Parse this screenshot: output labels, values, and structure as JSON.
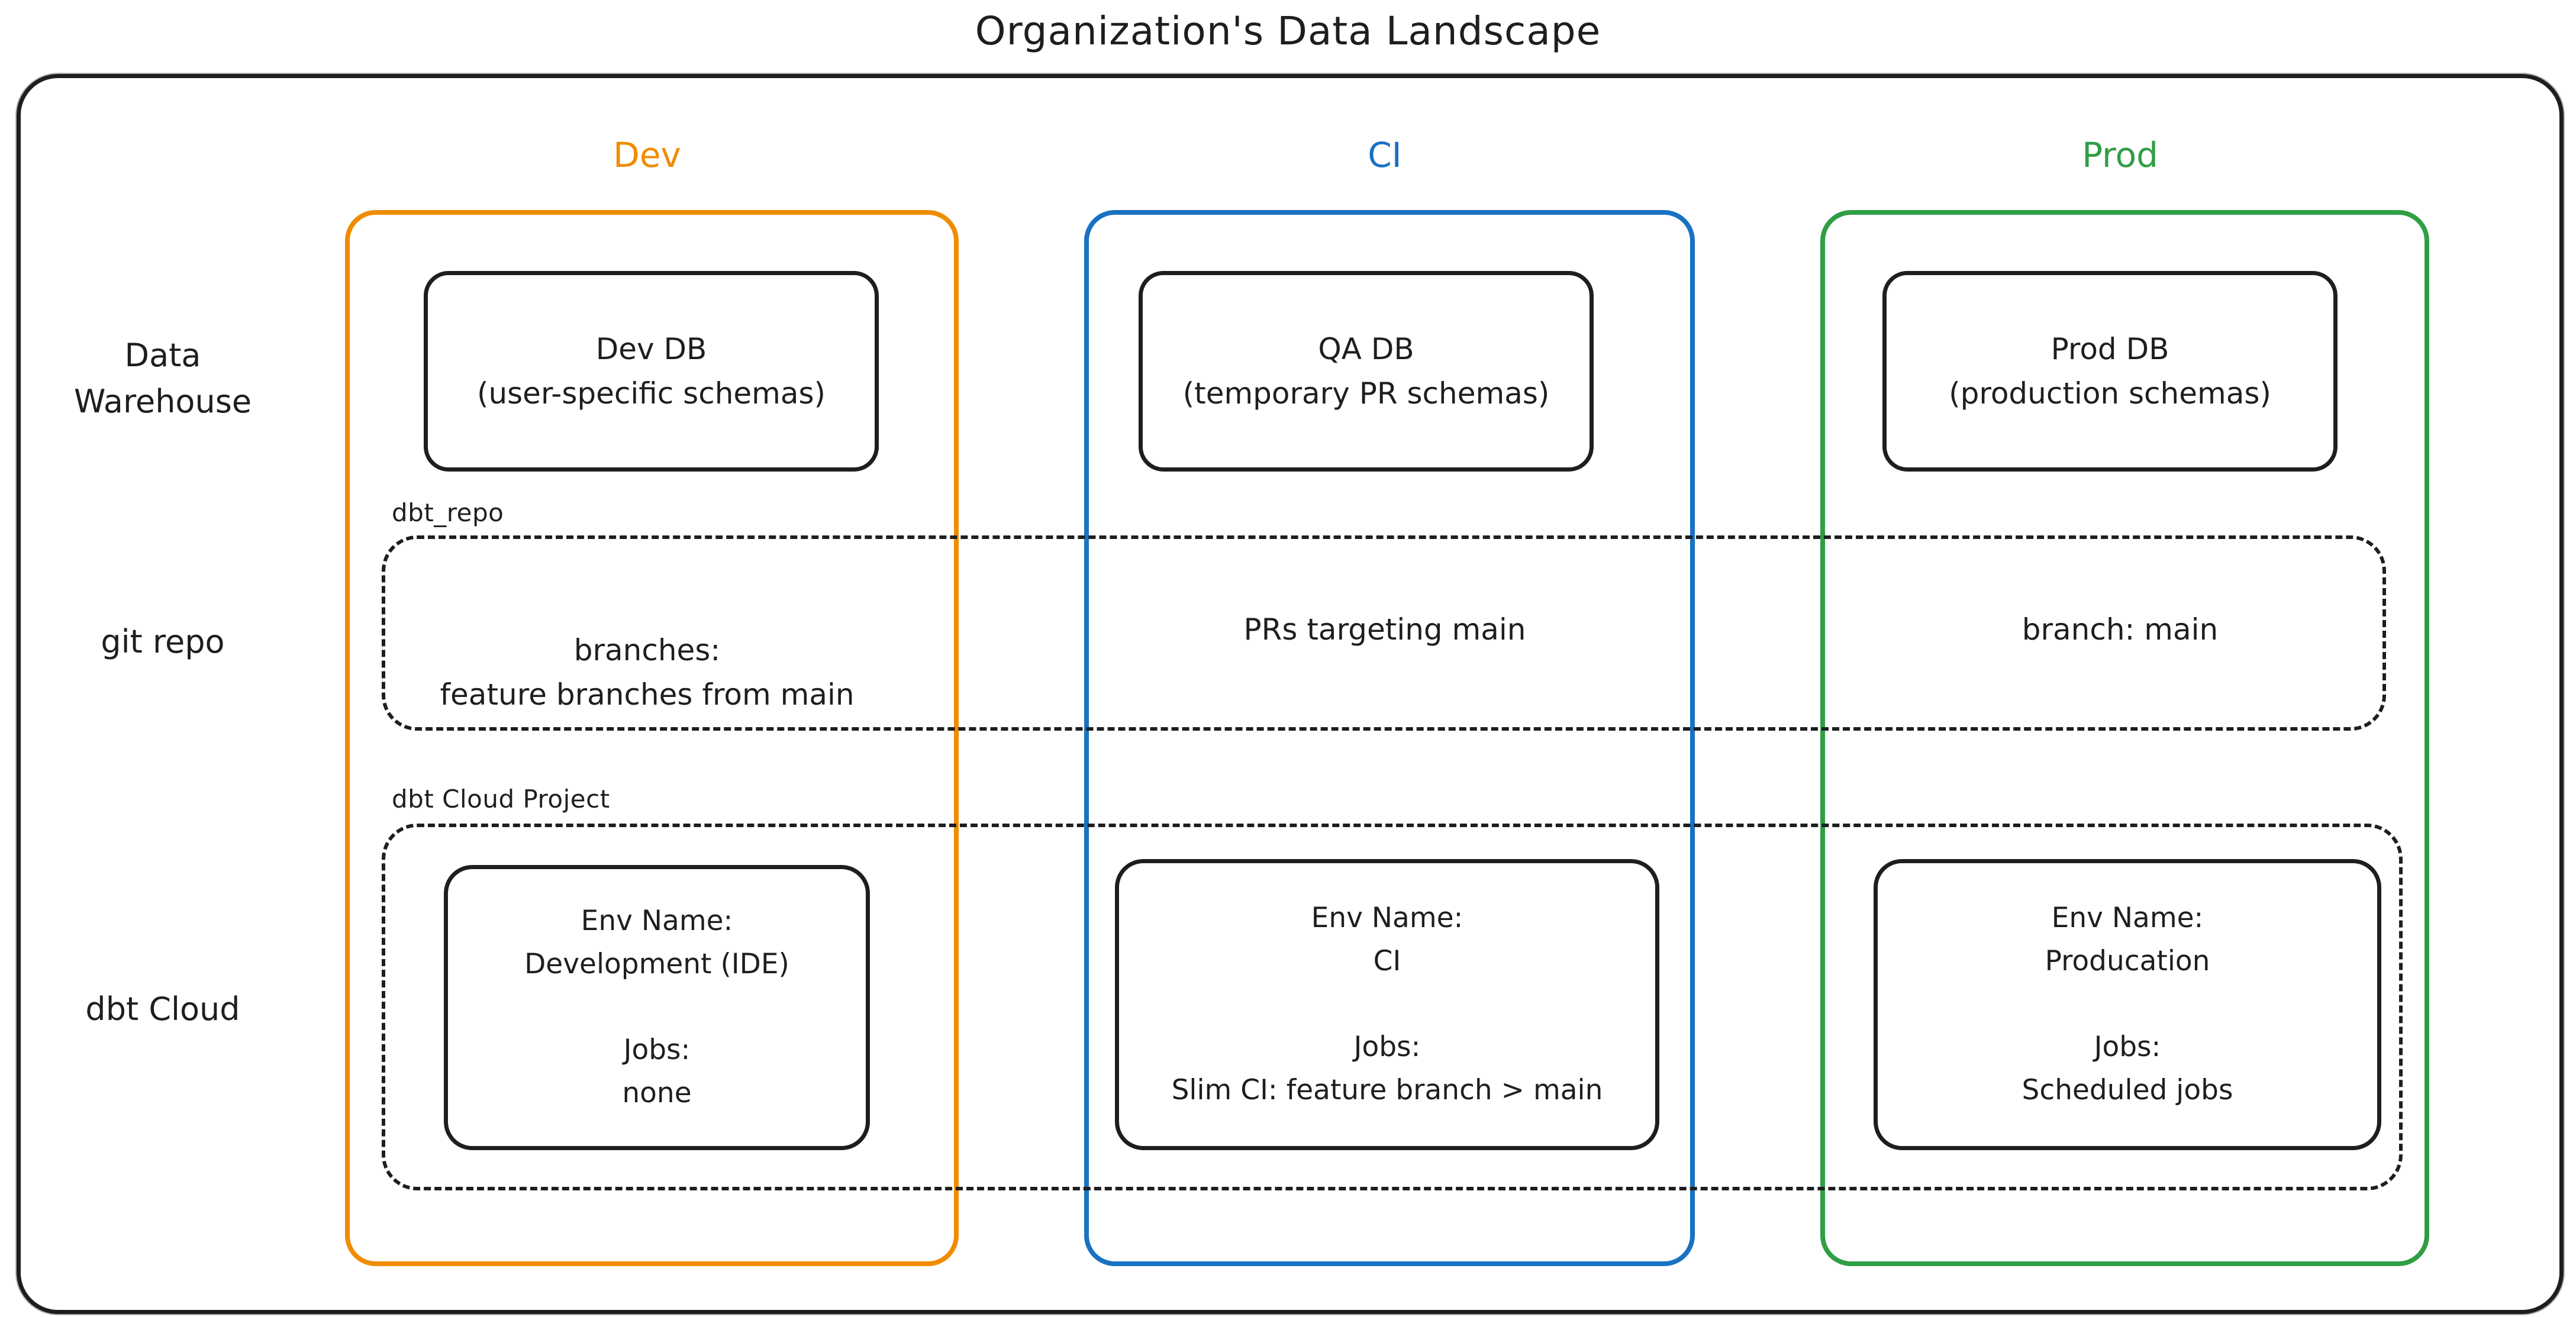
{
  "title": "Organization's Data Landscape",
  "colors": {
    "dev_accent": "#f08c00",
    "ci_accent": "#1971c2",
    "prod_accent": "#2f9e44",
    "ink": "#1e1e1e",
    "background": "#ffffff"
  },
  "columns": {
    "dev": {
      "label": "Dev"
    },
    "ci": {
      "label": "CI"
    },
    "prod": {
      "label": "Prod"
    }
  },
  "row_labels": {
    "data_warehouse": "Data\nWarehouse",
    "git_repo": "git repo",
    "dbt_cloud": "dbt Cloud"
  },
  "data_warehouse": {
    "dev": "Dev DB\n(user-specific schemas)",
    "ci": "QA DB\n(temporary PR schemas)",
    "prod": "Prod DB\n(production schemas)"
  },
  "git_repo": {
    "container_label": "dbt_repo",
    "dev": "branches:\nfeature branches from main",
    "ci": "PRs targeting main",
    "prod": "branch: main"
  },
  "dbt_cloud": {
    "container_label": "dbt Cloud Project",
    "dev": "Env Name:\nDevelopment (IDE)\n\nJobs:\nnone",
    "ci": "Env Name:\nCI\n\nJobs:\nSlim CI: feature branch > main",
    "prod": "Env Name:\nProducation\n\nJobs:\nScheduled jobs"
  }
}
